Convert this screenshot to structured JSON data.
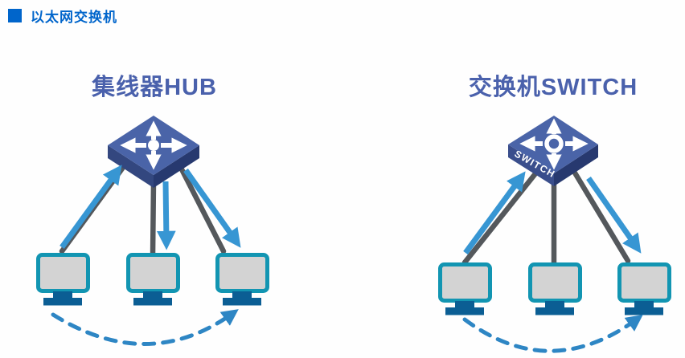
{
  "header": {
    "title": "以太网交换机"
  },
  "panels": {
    "hub": {
      "title": "集线器HUB",
      "device": "hub",
      "computer_count": 3,
      "traffic": {
        "uplink_from": "left-computer",
        "forwarded_to": [
          "center-computer",
          "right-computer"
        ],
        "behavior": "broadcast-to-all-ports"
      }
    },
    "switch": {
      "title": "交换机SWITCH",
      "device_label": "SWITCH",
      "computer_count": 3,
      "traffic": {
        "uplink_from": "left-computer",
        "forwarded_to": [
          "right-computer"
        ],
        "behavior": "unicast-to-destination-port"
      }
    }
  },
  "colors": {
    "header_blue": "#0065CB",
    "panel_title_blue": "#4A61AC",
    "device_top_face": "#4A64A8",
    "device_left_face": "#33477F",
    "device_right_face": "#27396F",
    "device_arrow_white": "#FFFFFF",
    "monitor_border_teal": "#1295B2",
    "monitor_screen_gray": "#D3D3D3",
    "monitor_stand_blue": "#0B5E94",
    "cable_gray": "#54585C",
    "flow_arrow_blue": "#3796D3",
    "dashed_arc_blue": "#2E86C4"
  }
}
